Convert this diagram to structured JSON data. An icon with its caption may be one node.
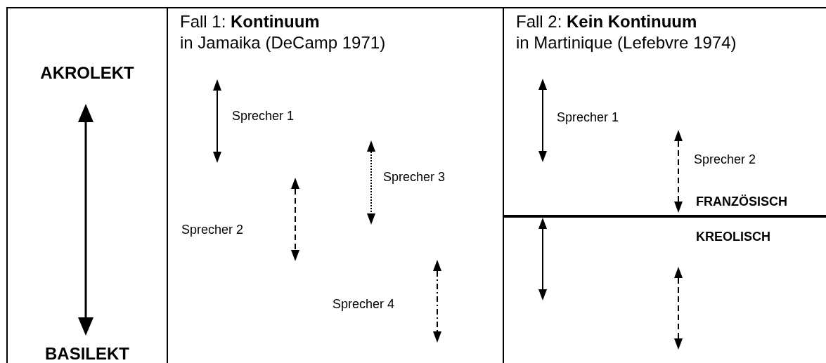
{
  "diagram": {
    "nodes": [
      {
        "text": [
          "AKROLEKT",
          "BASILEKT"
        ]
      },
      {
        "text": [
          "Fall 1: **Kontinuum**",
          "in Jamaika (DeCamp 1971)"
        ]
      },
      {
        "text": [
          "Fall 2: **Kein Kontinuum**",
          "in Martinique (Lefebvre 1974)"
        ]
      }
    ],
    "labels": [
      "Sprecher 1",
      "Sprecher 3",
      "Sprecher 2",
      "Sprecher 4",
      "Sprecher 1",
      "Sprecher 2",
      "FRANZÖSISCH",
      "KREOLISCH"
    ]
  }
}
